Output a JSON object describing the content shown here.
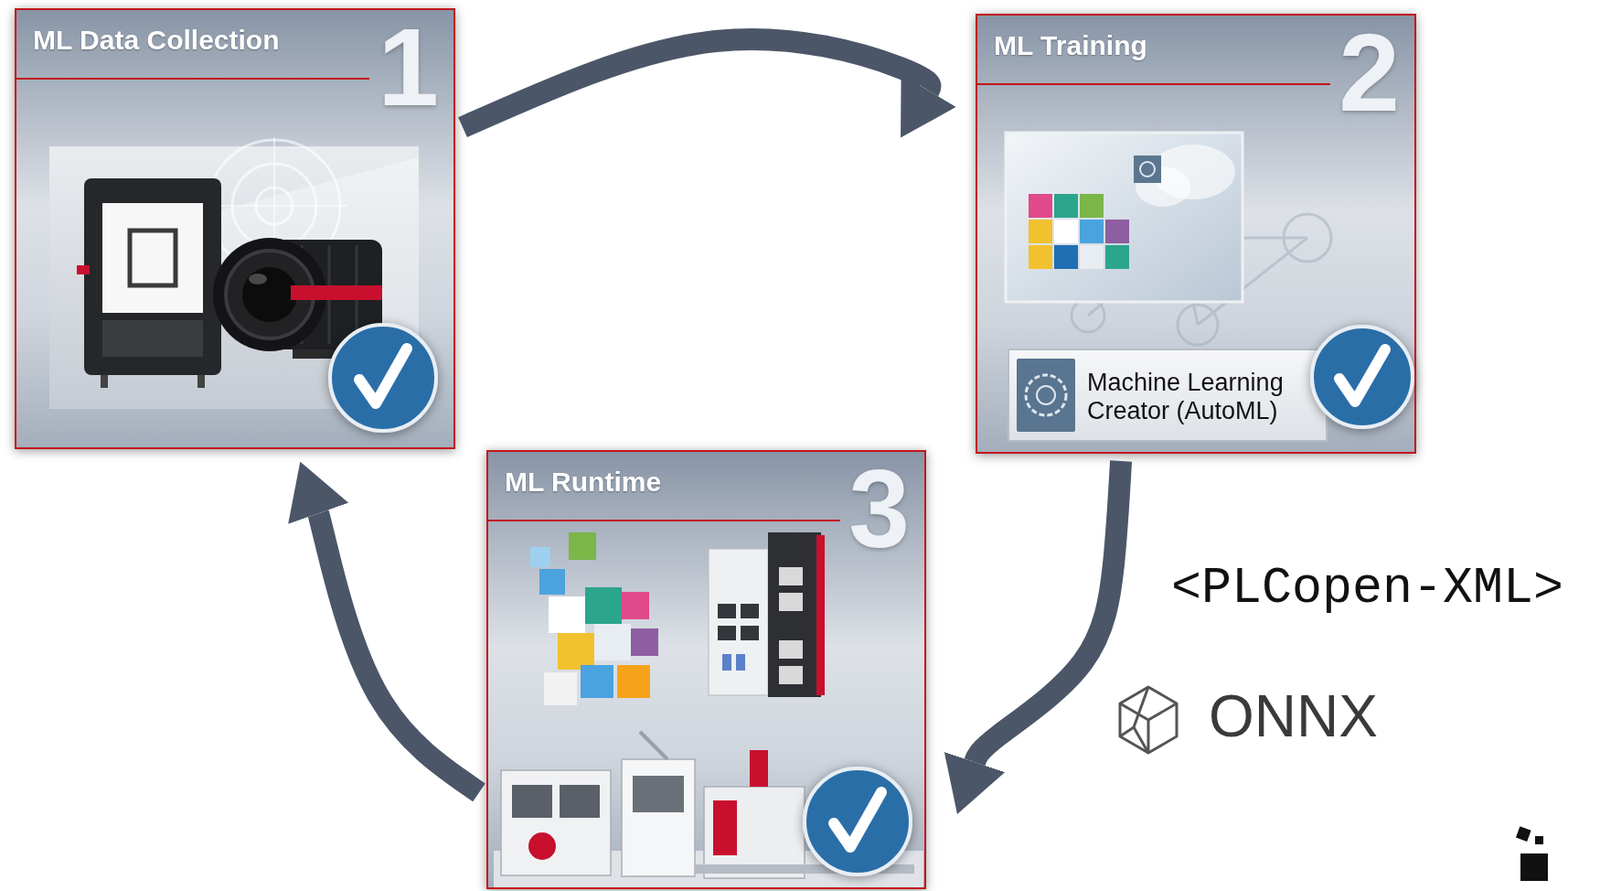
{
  "diagram": {
    "nodes": [
      {
        "text": [
          "ML Data Collection",
          "1"
        ]
      },
      {
        "text": [
          "ML Training",
          "2"
        ]
      },
      {
        "text": [
          "Machine Learning Creator (AutoML)"
        ],
        "in": 1
      },
      {
        "text": [
          "ML Runtime",
          "3"
        ]
      }
    ],
    "edges": [
      {
        "from": 0,
        "to": 1,
        "arrow": "to"
      },
      {
        "from": 1,
        "to": 3,
        "arrow": "to"
      },
      {
        "from": 3,
        "to": 0,
        "arrow": "to"
      }
    ],
    "labels": [
      "<PLCopen-XML>",
      "ONNX"
    ]
  }
}
